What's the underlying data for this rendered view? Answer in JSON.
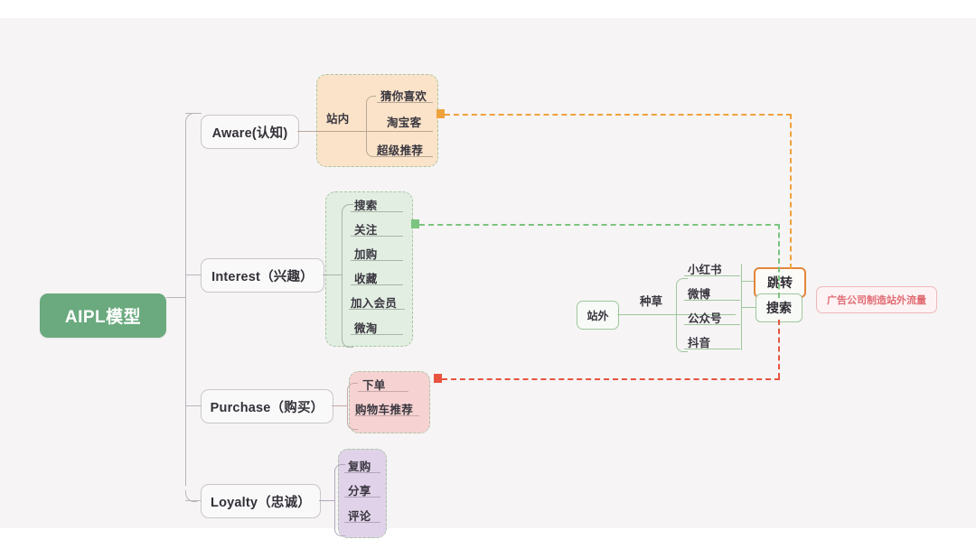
{
  "canvas": {
    "background": "#f6f4f5",
    "page_background": "#ffffff"
  },
  "root": {
    "label": "AIPL模型",
    "color": "#6aaa7e",
    "text_color": "#ffffff"
  },
  "branches": [
    {
      "id": "aware",
      "label": "Aware(认知)",
      "group_label": "站内",
      "panel_color": "#fae3c8",
      "items": [
        "猜你喜欢",
        "淘宝客",
        "超级推荐"
      ]
    },
    {
      "id": "interest",
      "label": "Interest（兴趣）",
      "group_label": "",
      "panel_color": "#e2eee2",
      "items": [
        "搜索",
        "关注",
        "加购",
        "收藏",
        "加入会员",
        "微淘"
      ]
    },
    {
      "id": "purchase",
      "label": "Purchase（购买）",
      "group_label": "",
      "panel_color": "#f6d3d2",
      "items": [
        "下单",
        "购物车推荐"
      ]
    },
    {
      "id": "loyalty",
      "label": "Loyalty（忠诚）",
      "group_label": "",
      "panel_color": "#e0d2e8",
      "items": [
        "复购",
        "分享",
        "评论"
      ]
    }
  ],
  "offsite": {
    "root_label": "站外",
    "edge_label": "种草",
    "channels": [
      "小红书",
      "微博",
      "公众号",
      "抖音"
    ],
    "actions": [
      {
        "label": "跳转",
        "highlight": true,
        "border_color": "#e2863c"
      },
      {
        "label": "搜索",
        "highlight": false,
        "border_color": "#9ec79c"
      }
    ]
  },
  "annotation": {
    "text": "广告公司制造站外流量",
    "color": "#e06b72",
    "border_color": "#eeb8bb"
  },
  "flows": [
    {
      "name": "jump-to-aware",
      "color": "#efa23c",
      "from": "跳转",
      "to": "站内"
    },
    {
      "name": "search-to-interest",
      "color": "#7cc47f",
      "from": "搜索",
      "to": "Interest"
    },
    {
      "name": "search-to-purchase",
      "color": "#e8533f",
      "from": "搜索",
      "to": "Purchase"
    }
  ]
}
